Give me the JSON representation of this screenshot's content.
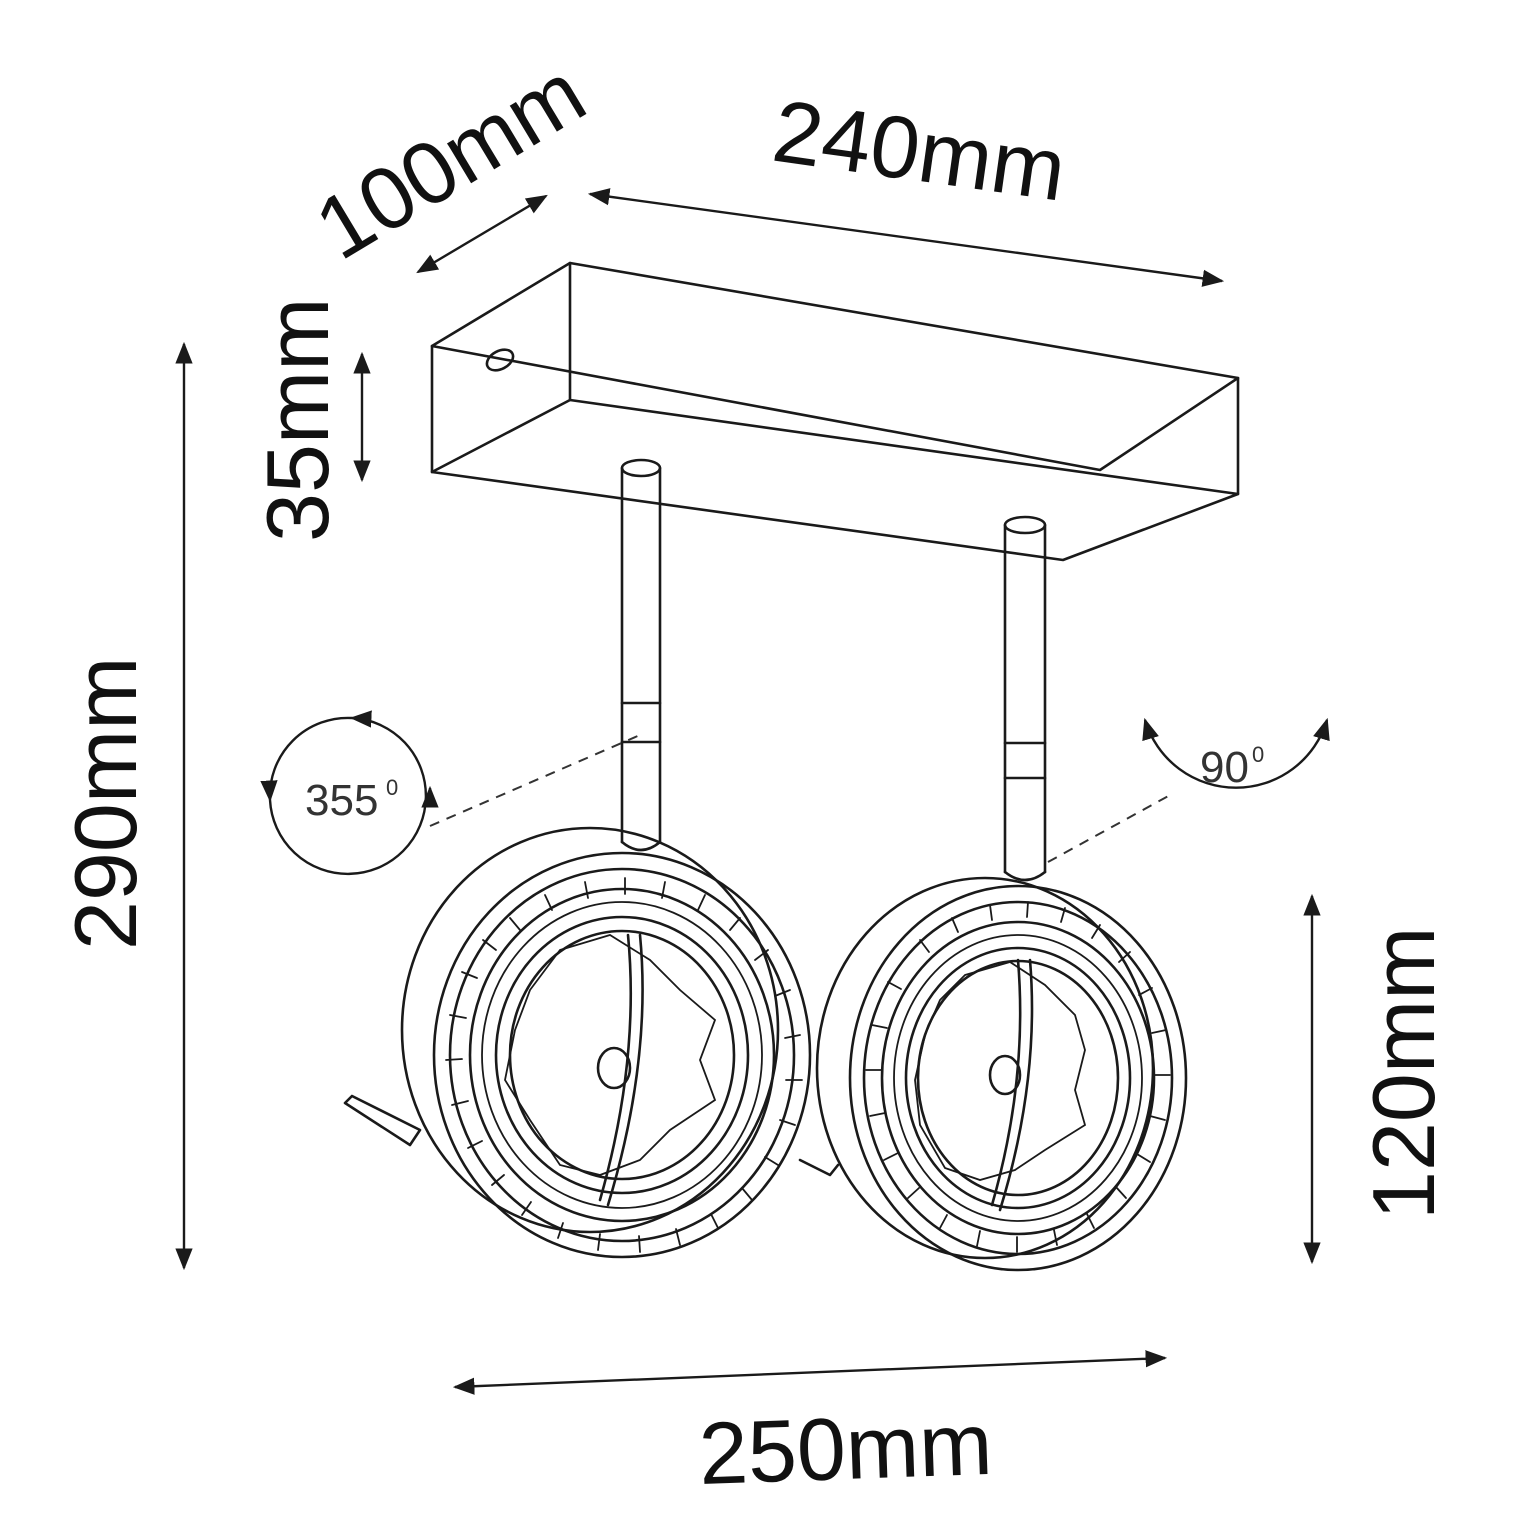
{
  "dimensions": {
    "length": "240mm",
    "depth": "100mm",
    "base_height": "35mm",
    "total_height": "290mm",
    "head_diameter": "120mm",
    "total_width": "250mm"
  },
  "rotation": {
    "horizontal_value": "355",
    "vertical_value": "90",
    "degree_mark": "0"
  },
  "colors": {
    "line": "#1a1a1a",
    "background": "#ffffff"
  }
}
